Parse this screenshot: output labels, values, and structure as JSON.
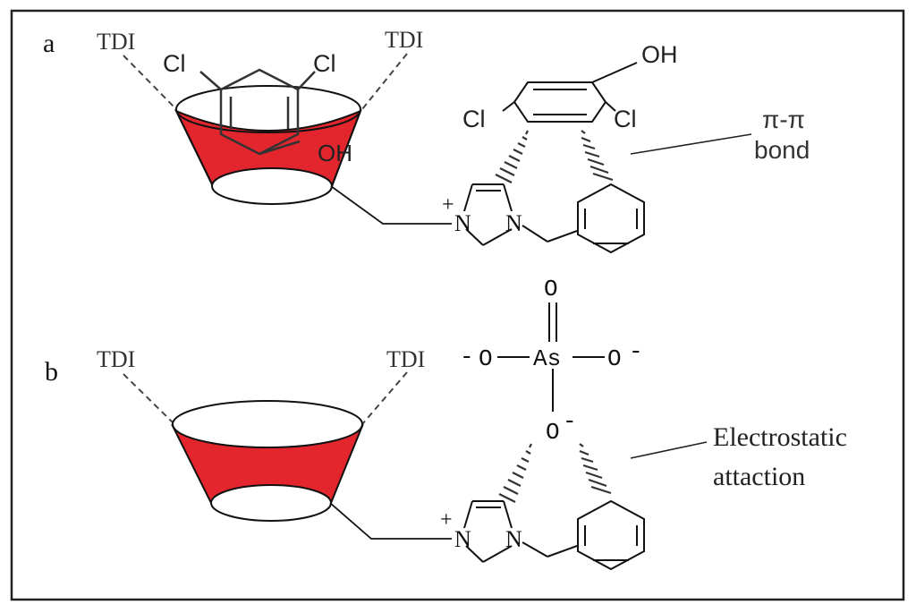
{
  "colors": {
    "cavity": "#e3262d",
    "line": "#1a1a1a",
    "frame": "#222222",
    "background": "#ffffff"
  },
  "panel_a": {
    "label": "a",
    "tdi_left": "TDI",
    "tdi_right": "TDI",
    "guest_cl_left": "Cl",
    "guest_cl_right": "Cl",
    "guest_oh": "OH",
    "free_oh": "OH",
    "free_cl_left": "Cl",
    "free_cl_right": "Cl",
    "imid_plus": "+",
    "imid_n1": "N",
    "imid_n2": "N",
    "annotation_line1": "π-π",
    "annotation_line2": "bond"
  },
  "panel_b": {
    "label": "b",
    "tdi_left": "TDI",
    "tdi_right": "TDI",
    "arsenate": {
      "o_top": "O",
      "as": "As",
      "o_left": "O",
      "o_right": "O",
      "o_bottom": "O",
      "charge_left": "-",
      "charge_right": "-",
      "charge_bottom": "-"
    },
    "imid_plus": "+",
    "imid_n1": "N",
    "imid_n2": "N",
    "annotation_line1": "Electrostatic",
    "annotation_line2": "attaction"
  }
}
